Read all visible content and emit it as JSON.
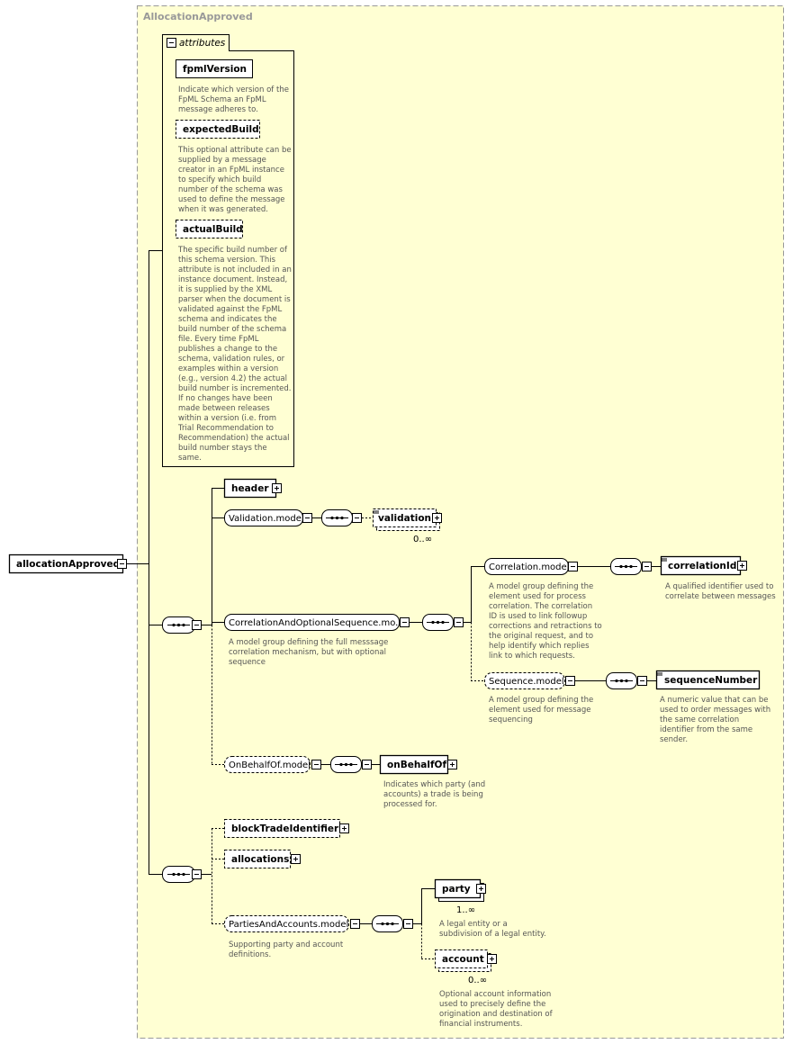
{
  "type_name": "AllocationApproved",
  "root": {
    "name": "allocationApproved"
  },
  "attributes": {
    "label": "attributes",
    "items": [
      {
        "name": "fpmlVersion",
        "doc": [
          "Indicate which version of the",
          "FpML Schema an FpML",
          "message adheres to."
        ]
      },
      {
        "name": "expectedBuild",
        "doc": [
          "This optional attribute can be",
          "supplied by a message",
          "creator in an FpML instance",
          "to specify which build",
          "number of the schema was",
          "used to define the message",
          "when it was generated."
        ]
      },
      {
        "name": "actualBuild",
        "doc": [
          "The specific build number of",
          "this schema version. This",
          "attribute is not included in an",
          "instance document. Instead,",
          "it is supplied by the XML",
          "parser when the document is",
          "validated against the FpML",
          "schema and indicates the",
          "build number of the schema",
          "file. Every time FpML",
          "publishes a change to the",
          "schema, validation rules, or",
          "examples within a version",
          "(e.g., version 4.2) the actual",
          "build number is incremented.",
          "If no changes have been",
          "made between releases",
          "within a version (i.e. from",
          "Trial Recommendation to",
          "Recommendation) the actual",
          "build number stays the",
          "same."
        ]
      }
    ]
  },
  "nodes": {
    "header": {
      "label": "header"
    },
    "validation_model": {
      "label": "Validation.model"
    },
    "validation": {
      "label": "validation",
      "occurs": "0..∞"
    },
    "corr_opt_seq": {
      "label": "CorrelationAndOptionalSequence.mo...",
      "doc": [
        "A model group defining the full messsage",
        "correlation mechanism, but with optional",
        "sequence"
      ]
    },
    "correlation_model": {
      "label": "Correlation.model",
      "doc": [
        "A model group defining the",
        "element used for process",
        "correlation. The correlation",
        "ID is used to link followup",
        "corrections and retractions to",
        "the original request, and to",
        "help identify which replies",
        "link to which requests."
      ]
    },
    "correlation_id": {
      "label": "correlationId",
      "doc": [
        "A qualified identifier used to",
        "correlate between messages"
      ]
    },
    "sequence_model": {
      "label": "Sequence.model",
      "doc": [
        "A model group defining the",
        "element used for message",
        "sequencing"
      ]
    },
    "sequence_number": {
      "label": "sequenceNumber",
      "doc": [
        "A numeric value that can be",
        "used to order messages with",
        "the same correlation",
        "identifier from the same",
        "sender."
      ]
    },
    "on_behalf_of_model": {
      "label": "OnBehalfOf.model"
    },
    "on_behalf_of": {
      "label": "onBehalfOf",
      "doc": [
        "Indicates which party (and",
        "accounts) a trade is being",
        "processed for."
      ]
    },
    "block_trade_identifier": {
      "label": "blockTradeIdentifier"
    },
    "allocations": {
      "label": "allocations"
    },
    "parties_and_accounts_model": {
      "label": "PartiesAndAccounts.model",
      "doc": [
        "Supporting party and account",
        "definitions."
      ]
    },
    "party": {
      "label": "party",
      "occurs": "1..∞",
      "doc": [
        "A legal entity or a",
        "subdivision of a legal entity."
      ]
    },
    "account": {
      "label": "account",
      "occurs": "0..∞",
      "doc": [
        "Optional account information",
        "used to precisely define the",
        "origination and destination of",
        "financial instruments."
      ]
    }
  },
  "colors": {
    "background": "#ffffd3",
    "frame": "#999999",
    "label": "#999999",
    "box": "#ffffff",
    "line": "#000000",
    "doc": "#555555"
  }
}
